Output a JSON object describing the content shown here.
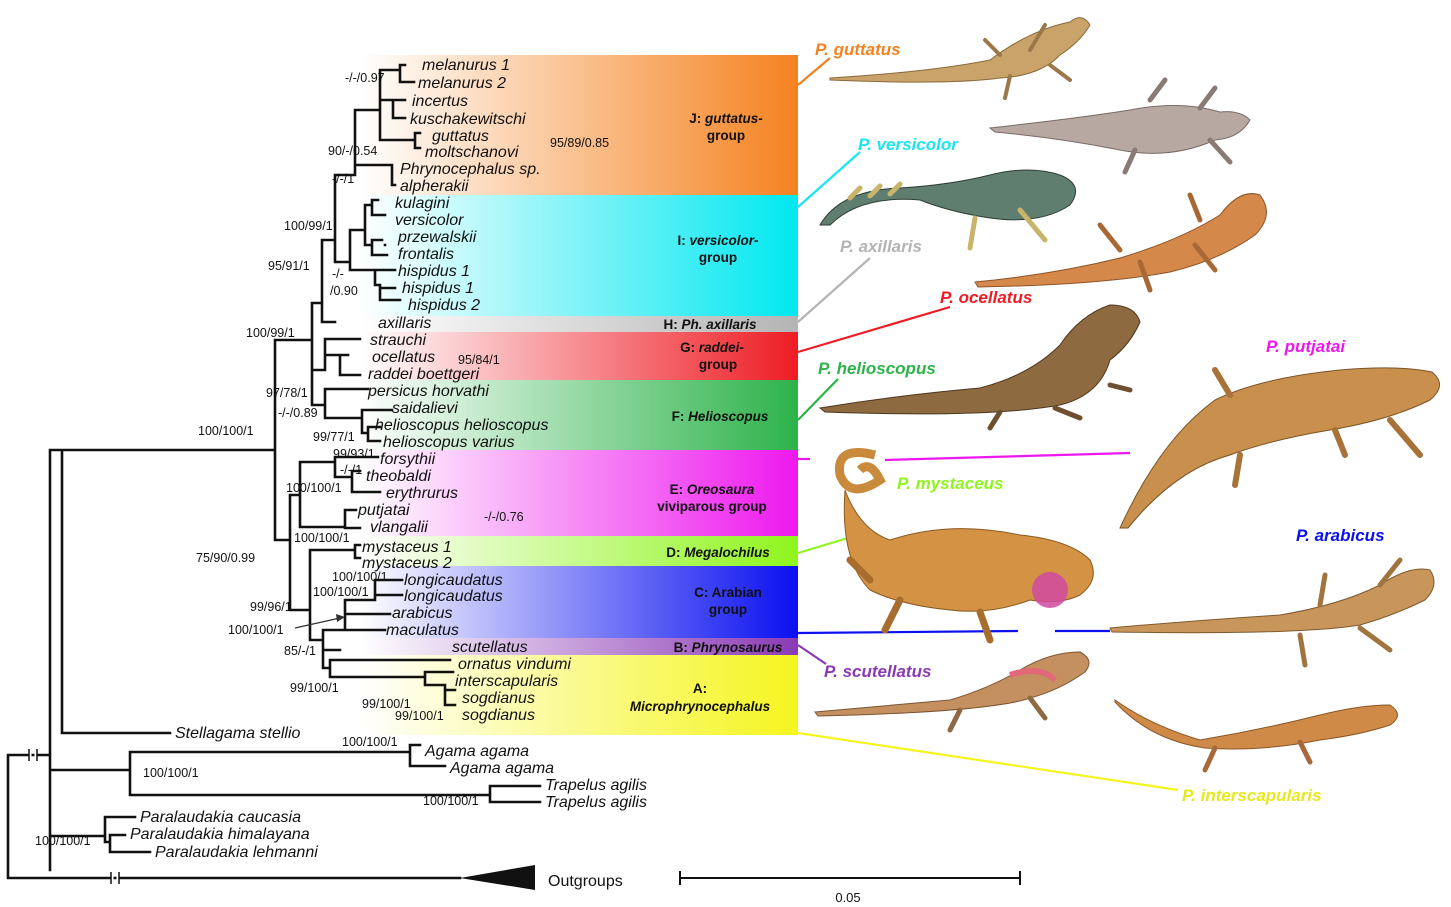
{
  "clades": [
    {
      "id": "J",
      "label_plain": "J:",
      "label_italic": "guttatus-",
      "line2": "group",
      "color": "#f58220"
    },
    {
      "id": "I",
      "label_plain": "I:",
      "label_italic": "versicolor-",
      "line2": "group",
      "color": "#00e8f0"
    },
    {
      "id": "H",
      "label_plain": "H:",
      "label_italic": "Ph. axillaris",
      "line2": "",
      "color": "#b4b4b4"
    },
    {
      "id": "G",
      "label_plain": "G:",
      "label_italic": "raddei-",
      "line2": "group",
      "color": "#ee1c24"
    },
    {
      "id": "F",
      "label_plain": "F:",
      "label_italic": "Helioscopus",
      "line2": "",
      "color": "#2db34a"
    },
    {
      "id": "E",
      "label_plain": "E:",
      "label_italic": "Oreosaura",
      "line2": "viviparous group",
      "color": "#ee18ee"
    },
    {
      "id": "D",
      "label_plain": "D:",
      "label_italic": "Megalochilus",
      "line2": "",
      "color": "#8ff51c"
    },
    {
      "id": "C",
      "label_plain": "C:",
      "label_italic": "",
      "line2_a": "Arabian",
      "line2": "group",
      "color": "#0a10f0"
    },
    {
      "id": "B",
      "label_plain": "B:",
      "label_italic": "Phrynosaurus",
      "line2": "",
      "color": "#8b3ab5"
    },
    {
      "id": "A",
      "label_plain": "A:",
      "label_italic": "Microphrynocephalus",
      "line2": "",
      "color": "#f5f51e"
    }
  ],
  "taxa": [
    "melanurus 1",
    "melanurus 2",
    "incertus",
    "kuschakewitschi",
    "guttatus",
    "moltschanovi",
    "Phrynocephalus sp.",
    "alpherakii",
    "kulagini",
    "versicolor",
    "przewalskii",
    "frontalis",
    "hispidus 1",
    "hispidus 1",
    "hispidus 2",
    "axillaris",
    "strauchi",
    "ocellatus",
    "raddei boettgeri",
    "persicus horvathi",
    "saidalievi",
    "helioscopus helioscopus",
    "helioscopus varius",
    "forsythii",
    "theobaldi",
    "erythrurus",
    "putjatai",
    "vlangalii",
    "mystaceus 1",
    "mystaceus 2",
    "longicaudatus",
    "longicaudatus",
    "arabicus",
    "maculatus",
    "scutellatus",
    "ornatus vindumi",
    "interscapularis",
    "sogdianus",
    "sogdianus",
    "Stellagama stellio",
    "Agama agama",
    "Agama agama",
    "Trapelus agilis",
    "Trapelus agilis",
    "Paralaudakia caucasia",
    "Paralaudakia himalayana",
    "Paralaudakia lehmanni",
    "Outgroups"
  ],
  "supports": [
    "-/-/0.97",
    "90/-/0.54",
    "95/89/0.85",
    "-/-/1",
    "100/99/1",
    "95/91/1",
    "-/-",
    "/0.90",
    "100/99/1",
    "95/84/1",
    "97/78/1",
    "-/-/0.89",
    "99/77/1",
    "100/100/1",
    "99/93/1",
    "-/-/1",
    "100/100/1",
    "-/-/0.76",
    "100/100/1",
    "75/90/0.99",
    "100/100/1",
    "100/100/1",
    "99/96/1",
    "100/100/1",
    "85/-/1",
    "99/100/1",
    "99/100/1",
    "99/100/1",
    "100/100/1",
    "100/100/1",
    "100/100/1",
    "100/100/1"
  ],
  "species_labels": [
    {
      "text": "P. guttatus",
      "color": "#f58220"
    },
    {
      "text": "P. versicolor",
      "color": "#19e6f0"
    },
    {
      "text": "P. axillaris",
      "color": "#b4b4b4"
    },
    {
      "text": "P. ocellatus",
      "color": "#ee1c24"
    },
    {
      "text": "P. helioscopus",
      "color": "#2db34a"
    },
    {
      "text": "P. putjatai",
      "color": "#ee18ee"
    },
    {
      "text": "P. mystaceus",
      "color": "#8ff51c"
    },
    {
      "text": "P. arabicus",
      "color": "#0a10f0"
    },
    {
      "text": "P. scutellatus",
      "color": "#8b3ab5"
    },
    {
      "text": "P. interscapularis",
      "color": "#e8e81e"
    }
  ],
  "scale_bar": {
    "label": "0.05"
  }
}
